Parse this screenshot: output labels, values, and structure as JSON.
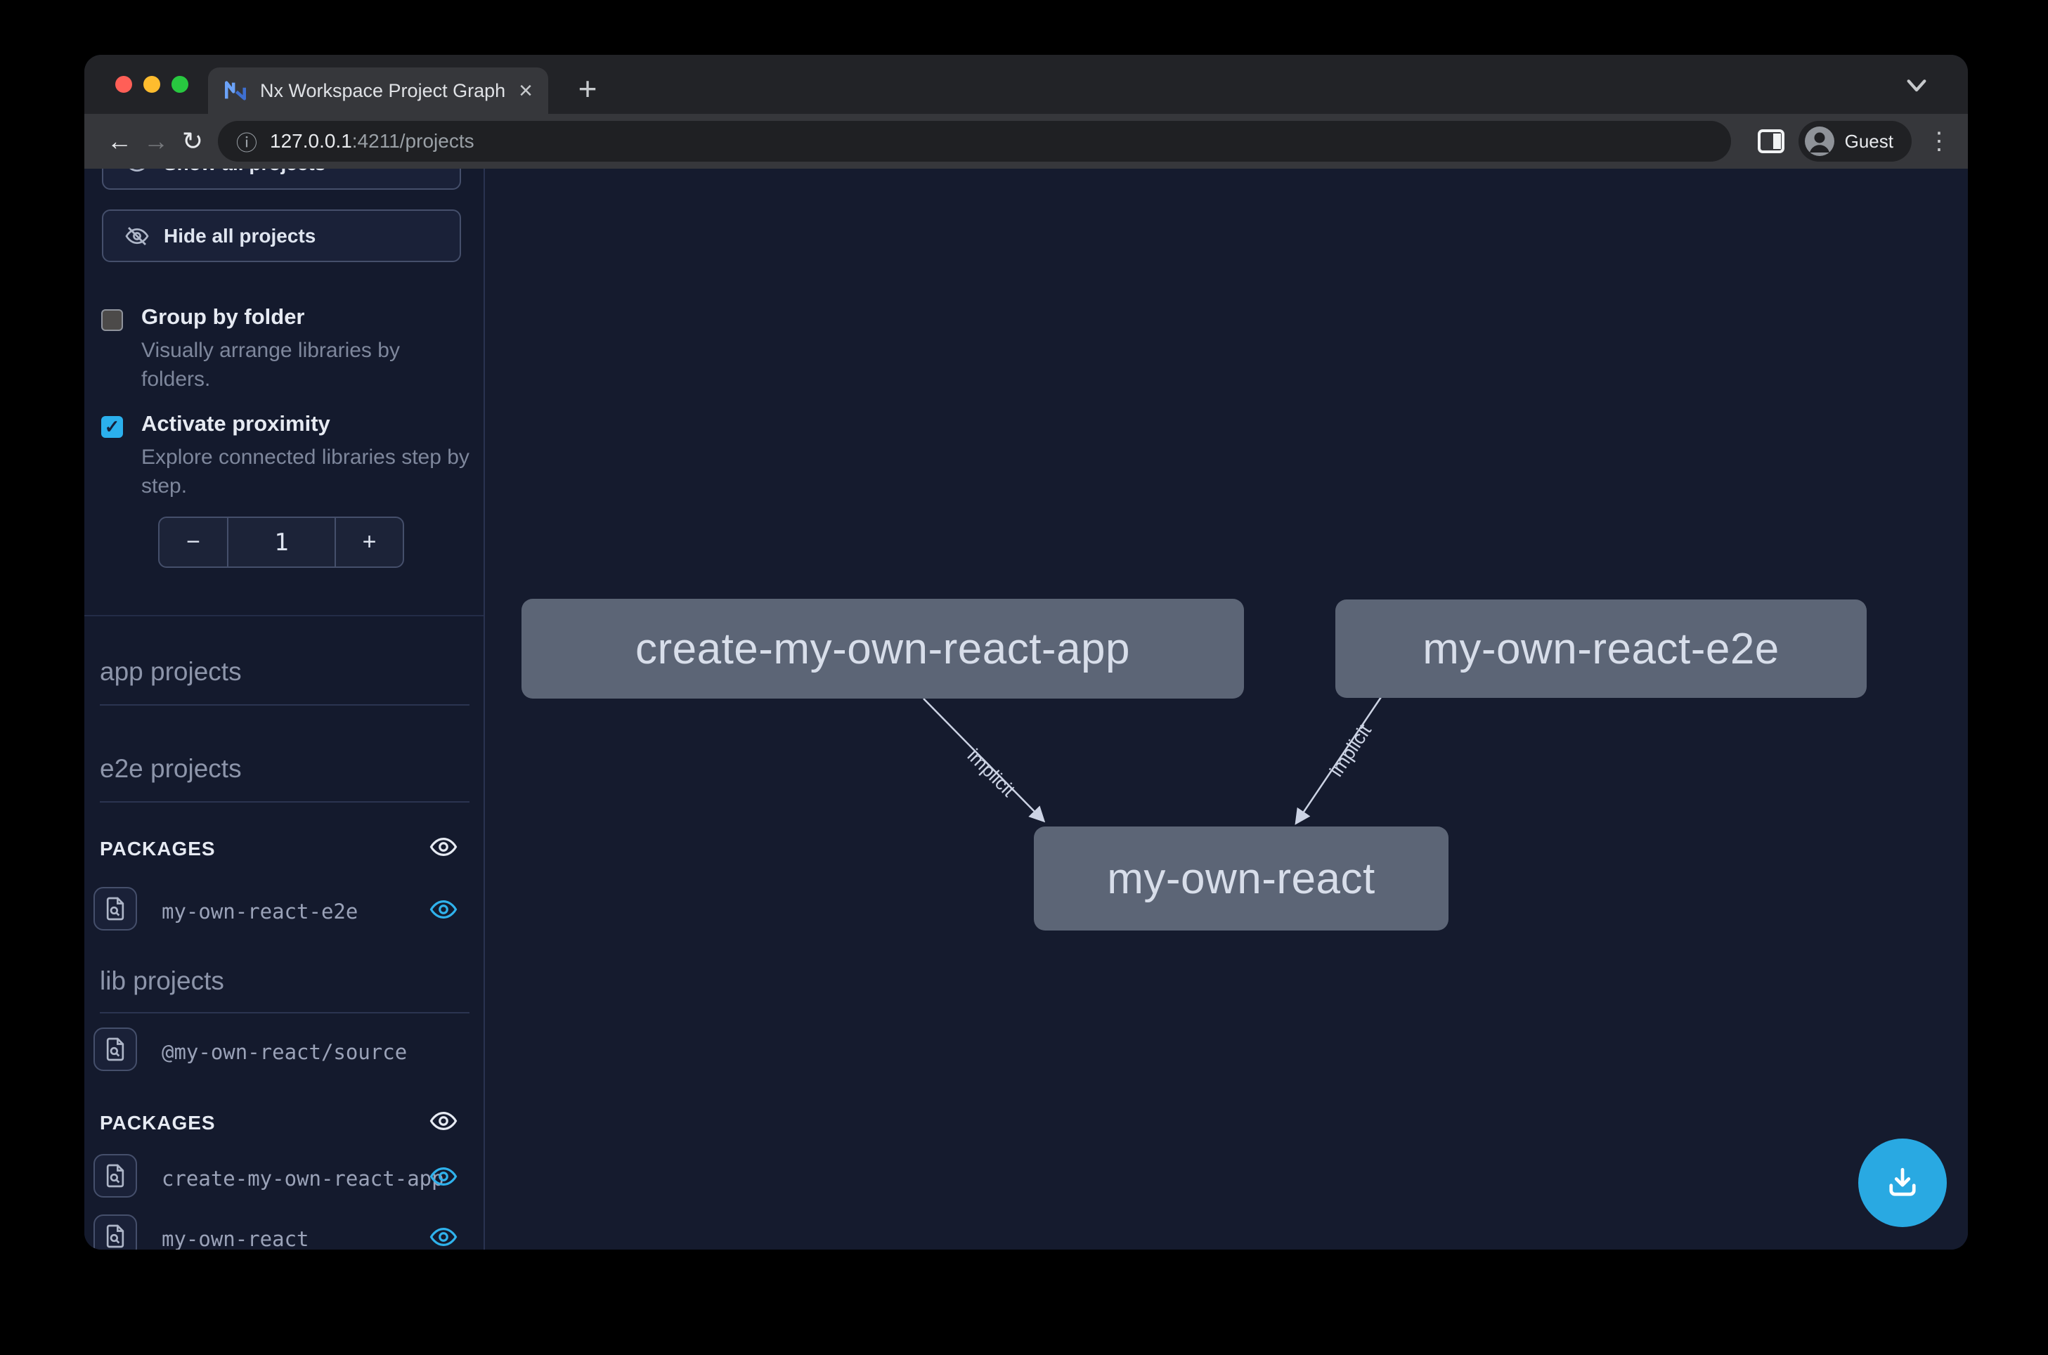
{
  "browser": {
    "tab": {
      "title": "Nx Workspace Project Graph",
      "close_icon": "×"
    },
    "new_tab_icon": "+",
    "nav": {
      "back_icon": "←",
      "forward_icon": "→",
      "reload_icon": "↻"
    },
    "address": {
      "info_icon": "ⓘ",
      "host": "127.0.0.1",
      "path": ":4211/projects"
    },
    "profile": {
      "label": "Guest"
    },
    "menu_icon": "⋮"
  },
  "sidebar": {
    "show_all_button": "Show all projects",
    "hide_all_button": "Hide all projects",
    "options": [
      {
        "label": "Group by folder",
        "description": "Visually arrange libraries by folders.",
        "checked": false,
        "check_icon": ""
      },
      {
        "label": "Activate proximity",
        "description": "Explore connected libraries step by step.",
        "checked": true,
        "check_icon": "✓"
      }
    ],
    "stepper": {
      "minus": "−",
      "value": "1",
      "plus": "+"
    },
    "section_headers": {
      "app": "app projects",
      "e2e": "e2e projects",
      "lib": "lib projects"
    },
    "packages_header": "PACKAGES",
    "e2e_packages": [
      {
        "name": "my-own-react-e2e",
        "icon": "file-search",
        "toggle_icon": "eye-blue"
      }
    ],
    "lib_items": [
      {
        "name": "@my-own-react/source",
        "icon": "file-search"
      }
    ],
    "lib_packages": [
      {
        "name": "create-my-own-react-app",
        "icon": "file-search",
        "toggle_icon": "eye-blue"
      },
      {
        "name": "my-own-react",
        "icon": "file-search",
        "toggle_icon": "eye-blue"
      }
    ]
  },
  "graph": {
    "nodes": [
      {
        "id": "create-my-own-react-app"
      },
      {
        "id": "my-own-react-e2e"
      },
      {
        "id": "my-own-react"
      }
    ],
    "edges": [
      {
        "source": "create-my-own-react-app",
        "target": "my-own-react",
        "label": "implicit"
      },
      {
        "source": "my-own-react-e2e",
        "target": "my-own-react",
        "label": "implicit"
      }
    ]
  },
  "fab": {
    "icon": "download"
  },
  "colors": {
    "accent_blue": "#2bb0ed",
    "node_fill": "#5c6576",
    "edge": "#ccd3e4",
    "fab": "#29a9e2",
    "window_bg": "#151b2e"
  }
}
